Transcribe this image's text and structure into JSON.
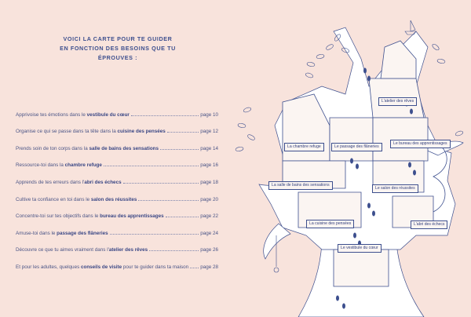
{
  "intro": {
    "line1": "VOICI LA CARTE POUR TE GUIDER",
    "line2": "EN FONCTION DES BESOINS QUE TU ÉPROUVES :"
  },
  "toc": [
    {
      "before": "Apprivoise tes émotions dans le ",
      "room": "vestibule du cœur",
      "after": "",
      "page": "page 10"
    },
    {
      "before": "Organise ce qui se passe dans ta tête dans la ",
      "room": "cuisine des pensées",
      "after": "",
      "page": "page 12"
    },
    {
      "before": "Prends soin de ton corps dans la ",
      "room": "salle de bains des sensations",
      "after": "",
      "page": "page 14"
    },
    {
      "before": "Ressource-toi dans la ",
      "room": "chambre refuge",
      "after": "",
      "page": "page 16"
    },
    {
      "before": "Apprends de tes erreurs dans l'",
      "room": "abri des échecs",
      "after": "",
      "page": "page 18"
    },
    {
      "before": "Cultive ta confiance en toi dans le ",
      "room": "salon des réussites",
      "after": "",
      "page": "page 20"
    },
    {
      "before": "Concentre-toi sur tes objectifs dans le ",
      "room": "bureau des apprentissages",
      "after": "",
      "page": "page 22"
    },
    {
      "before": "Amuse-toi dans le ",
      "room": "passage des flâneries",
      "after": "",
      "page": "page 24"
    },
    {
      "before": "Découvre ce que tu aimes vraiment dans l'",
      "room": "atelier des rêves",
      "after": "",
      "page": "page 26"
    },
    {
      "before": "Et pour les adultes, quelques ",
      "room": "conseils de visite",
      "after": " pour te guider dans ta maison",
      "page": "page 28"
    }
  ],
  "labels": {
    "atelier": "L'atelier des rêves",
    "chambre": "La chambre refuge",
    "passage": "Le passage des flâneries",
    "bureau": "Le bureau des apprentissages",
    "salle": "La salle de bains des sensations",
    "salon": "Le salon des réussites",
    "cuisine": "La cuisine des pensées",
    "abri": "L'abri des échecs",
    "vestibule": "Le vestibule du cœur"
  },
  "colors": {
    "background": "#f8e3dc",
    "ink": "#3d4f8e",
    "tree": "#ffffff"
  }
}
